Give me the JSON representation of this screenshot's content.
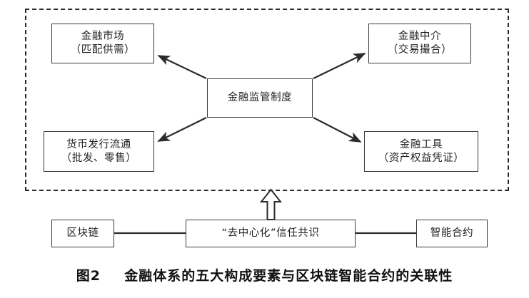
{
  "figure": {
    "caption_number": "图2",
    "caption_text": "金融体系的五大构成要素与区块链智能合约的关联性",
    "colors": {
      "stroke": "#3a3a3a",
      "dashed_border": "#2b2b2b",
      "background": "#ffffff",
      "text": "#222222"
    }
  },
  "dashed_region": {
    "name": "金融体系",
    "label": ""
  },
  "nodes": {
    "regulation": {
      "line1": "金融监管制度",
      "line2": ""
    },
    "market": {
      "line1": "金融市场",
      "line2": "（匹配供需）"
    },
    "intermediary": {
      "line1": "金融中介",
      "line2": "（交易撮合）"
    },
    "currency": {
      "line1": "货币发行流通",
      "line2": "（批发、零售）"
    },
    "instrument": {
      "line1": "金融工具",
      "line2": "（资产权益凭证）"
    },
    "blockchain": {
      "line1": "区块链",
      "line2": ""
    },
    "consensus": {
      "line1": "“去中心化”信任共识",
      "line2": ""
    },
    "contract": {
      "line1": "智能合约",
      "line2": ""
    }
  },
  "connectors": [
    {
      "id": "regulation-to-market",
      "from": "regulation",
      "to": "market",
      "style": "solid-arrow",
      "direction": "one-way"
    },
    {
      "id": "regulation-to-intermediary",
      "from": "regulation",
      "to": "intermediary",
      "style": "solid-arrow",
      "direction": "one-way"
    },
    {
      "id": "regulation-to-currency",
      "from": "regulation",
      "to": "currency",
      "style": "solid-arrow",
      "direction": "one-way"
    },
    {
      "id": "regulation-to-instrument",
      "from": "regulation",
      "to": "instrument",
      "style": "solid-arrow",
      "direction": "one-way"
    },
    {
      "id": "blockchain-to-consensus",
      "from": "blockchain",
      "to": "consensus",
      "style": "plain-line",
      "direction": "none"
    },
    {
      "id": "consensus-to-contract",
      "from": "consensus",
      "to": "contract",
      "style": "plain-line",
      "direction": "none"
    },
    {
      "id": "consensus-to-system",
      "from": "consensus",
      "to": "dashed_region",
      "style": "hollow-block-arrow",
      "direction": "one-way"
    }
  ]
}
